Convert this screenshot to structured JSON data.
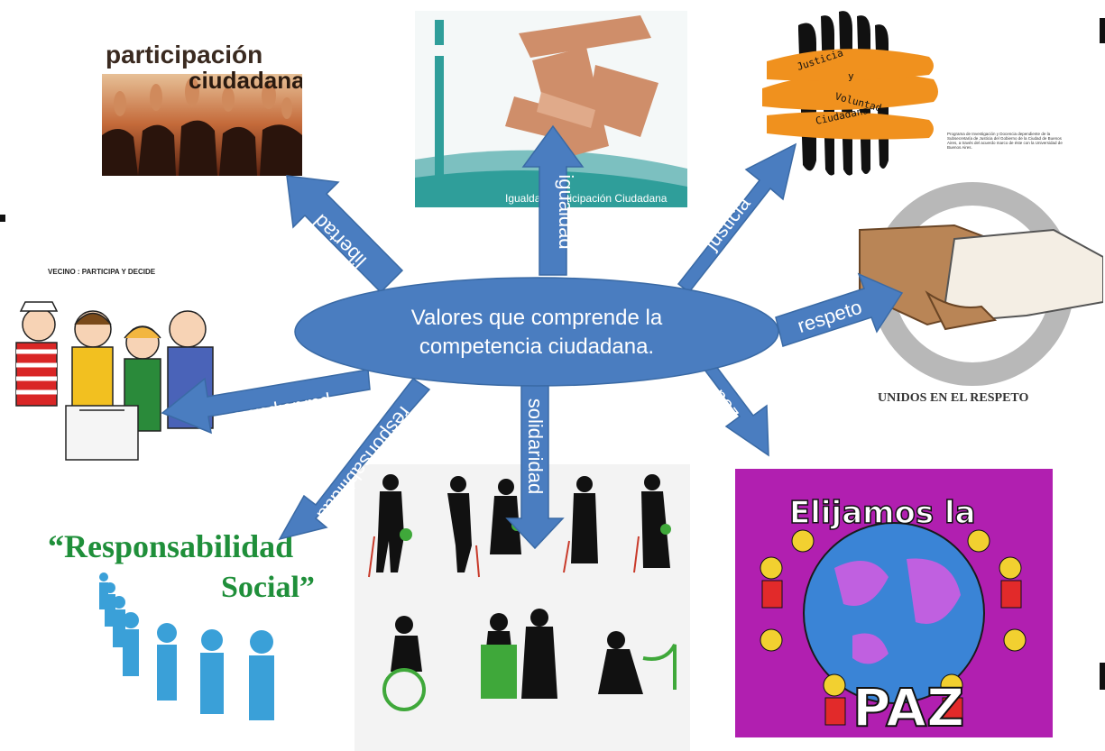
{
  "center": {
    "line1": "Valores que comprende la",
    "line2": "competencia ciudadana."
  },
  "arrows": {
    "libertad": "libertad",
    "igualdad": "igualdad",
    "justicia": "justicia",
    "respeto": "respeto",
    "paz": "paz",
    "solidaridad": "solidaridad",
    "responsabilidad": "responsabilidad",
    "participacion": "participación"
  },
  "images": {
    "participacion_ciudadana": {
      "line1": "participación",
      "line2": "ciudadana"
    },
    "igualdad_card": {
      "caption": "Igualdad  Participación Ciudadana"
    },
    "justicia_logo": {
      "words": [
        "Justicia",
        "y",
        "Voluntad",
        "Ciudadana"
      ],
      "side_text": "Programa de Investigación y Docencia dependiente de la Subsecretaría de Justicia del Gobierno de la Ciudad de Buenos Aires, a través del acuerdo marco de éste con la Universidad de Buenos Aires."
    },
    "respeto_card": {
      "caption": "UNIDOS EN EL RESPETO"
    },
    "vecino_card": {
      "caption": "VECINO : PARTICIPA Y DECIDE"
    },
    "responsabilidad_card": {
      "line1": "“Responsabilidad",
      "line2": "Social”"
    },
    "paz_card": {
      "top": "Elijamos la",
      "bottom": "PAZ"
    }
  },
  "colors": {
    "shape_fill": "#4a7dc0",
    "shape_stroke": "#3a6aa5",
    "paz_bg": "#b11fb0",
    "responsabilidad_green": "#1f8f3a"
  }
}
